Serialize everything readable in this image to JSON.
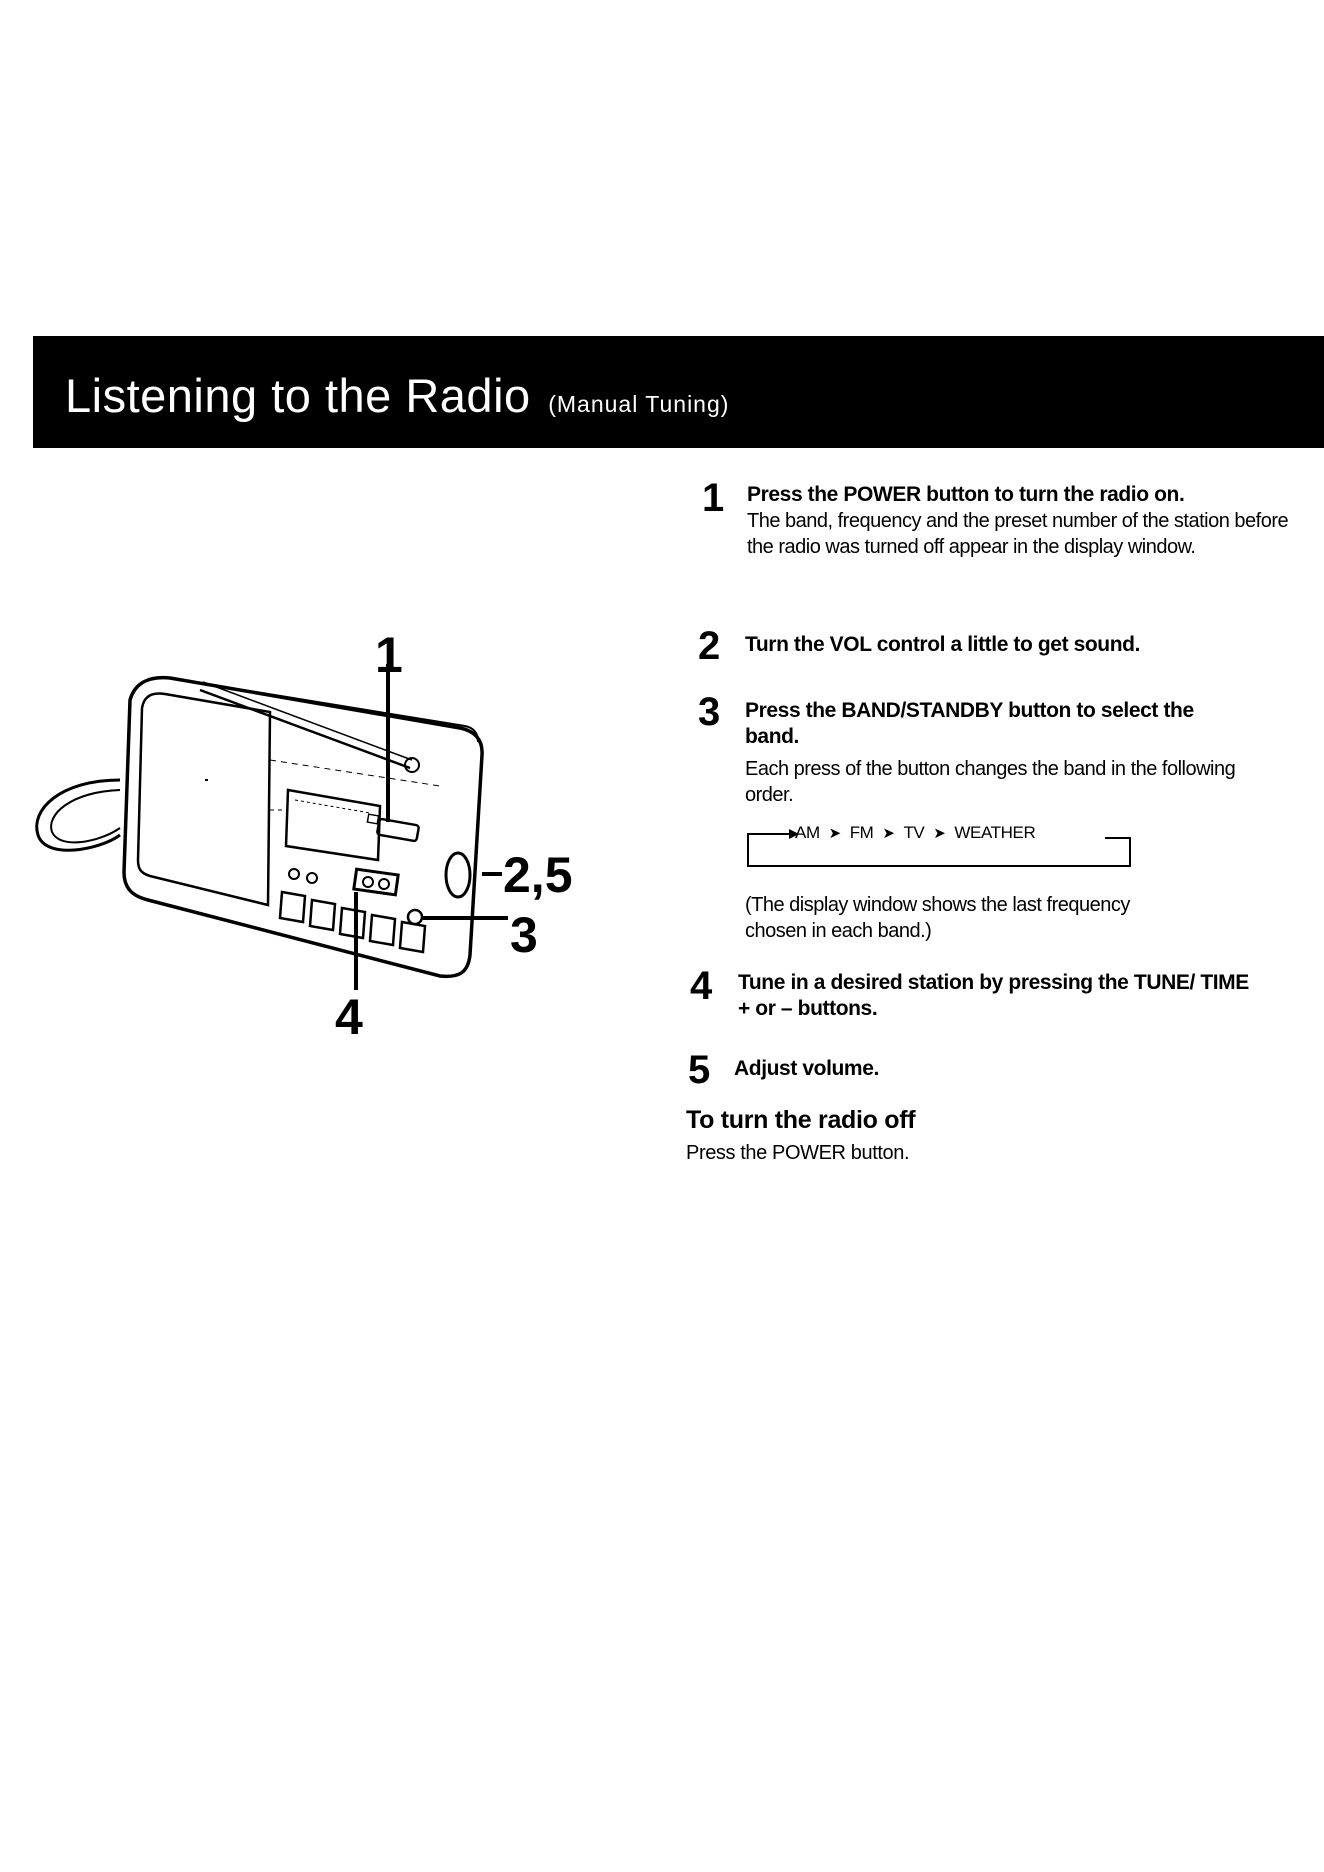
{
  "header": {
    "title": "Listening to the Radio",
    "subtitle": "(Manual Tuning)"
  },
  "figure": {
    "callouts": [
      "1",
      "2,5",
      "3",
      "4"
    ]
  },
  "steps": [
    {
      "num": "1",
      "title": "Press the POWER button to turn the radio on.",
      "text": "The band, frequency and the preset number of the station before the radio was turned off appear in the display window."
    },
    {
      "num": "2",
      "title": "Turn the VOL control a little to get sound."
    },
    {
      "num": "3",
      "title": "Press the BAND/STANDBY button to select the band.",
      "text": "Each press of the button changes the band in the following order.",
      "band_order": [
        "AM",
        "FM",
        "TV",
        "WEATHER"
      ],
      "note": "(The display window shows the last frequency chosen in each band.)"
    },
    {
      "num": "4",
      "title": "Tune in a desired station by pressing the TUNE/ TIME + or – buttons."
    },
    {
      "num": "5",
      "title": "Adjust volume."
    }
  ],
  "off": {
    "title": "To turn the radio off",
    "text": "Press the POWER button."
  }
}
